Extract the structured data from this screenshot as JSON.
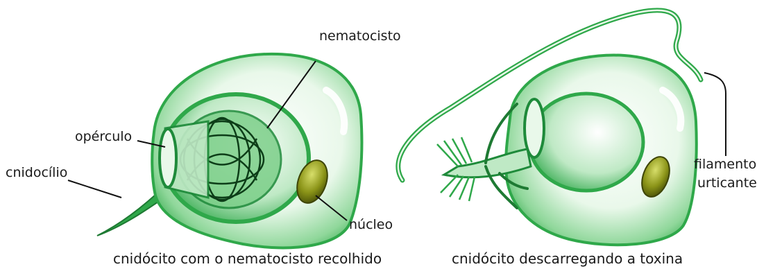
{
  "labels": {
    "nematocisto": "nematocisto",
    "operculo": "opérculo",
    "cnidocilio": "cnidocílio",
    "nucleo": "núcleo",
    "filamento_line1": "filamento",
    "filamento_line2": "urticante"
  },
  "captions": {
    "left": "cnidócito com o nematocisto recolhido",
    "right": "cnidócito descarregando a toxina"
  },
  "colors": {
    "cell_green": "#2fa84a",
    "cell_light": "#d8f3da",
    "nucleus": "#6f7a10",
    "line": "#111111"
  }
}
